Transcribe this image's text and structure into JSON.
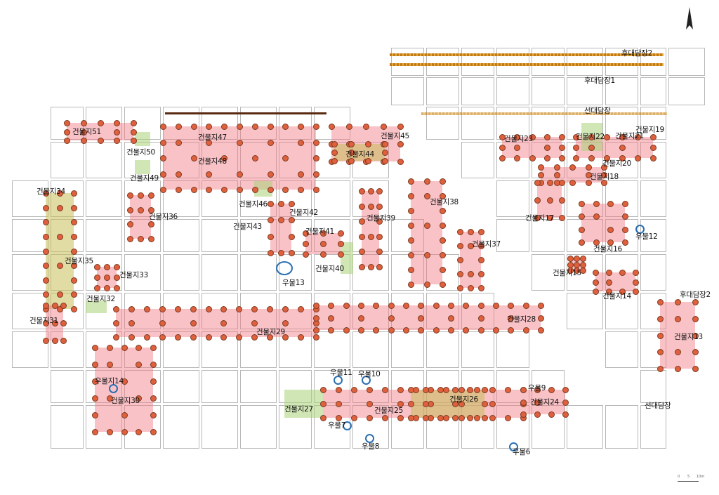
{
  "map": {
    "labels": {
      "b51": "건물지51",
      "b47": "건물지47",
      "b48": "건물지48",
      "b50": "건물지50",
      "b49": "건물지49",
      "b45": "건물지45",
      "b44": "건물지44",
      "b34": "건물지34",
      "b36": "건물지36",
      "b46": "건물지46",
      "b42": "건물지42",
      "b43": "건물지43",
      "b41": "건물지41",
      "b39": "건물지39",
      "b38": "건물지38",
      "b37": "건물지37",
      "b35": "건물지35",
      "b33": "건물지33",
      "b40": "건물지40",
      "b32": "건물지32",
      "b31": "건물지31",
      "b29": "건물지29",
      "b28": "건물지28",
      "b30": "건물지30",
      "b27": "건물지27",
      "b25": "건물지25",
      "b26": "건물지26",
      "b24": "건물지24",
      "b23": "건물지23",
      "b22": "건물지22",
      "b21": "건물지21",
      "b19": "건물지19",
      "b20": "건물지20",
      "b18": "건물지18",
      "b17": "건물지17",
      "b16": "건물지16",
      "b15": "건물지15",
      "b14": "건물지14",
      "b13": "건물지13",
      "w13": "우물13",
      "w14": "우물지14",
      "w11": "우물11",
      "w10": "우물10",
      "w9": "우물9",
      "w7": "우물7",
      "w8": "우물8",
      "w6": "우물6",
      "w12": "우물12",
      "late_wall_2": "후대담장2",
      "late_wall_1": "후대담장1",
      "early_wall": "선대담장",
      "late_wall_2b": "후대담장2",
      "early_wall_b": "선대담장"
    },
    "scale_bar": {
      "ticks": [
        "0",
        "5",
        "10m"
      ]
    },
    "north_arrow": "north-arrow-icon",
    "colors": {
      "building": "#f07882",
      "overlap": "#c8be5a",
      "green": "#aad278",
      "well": "#2a6fb0",
      "wall": "#c07a18"
    }
  }
}
